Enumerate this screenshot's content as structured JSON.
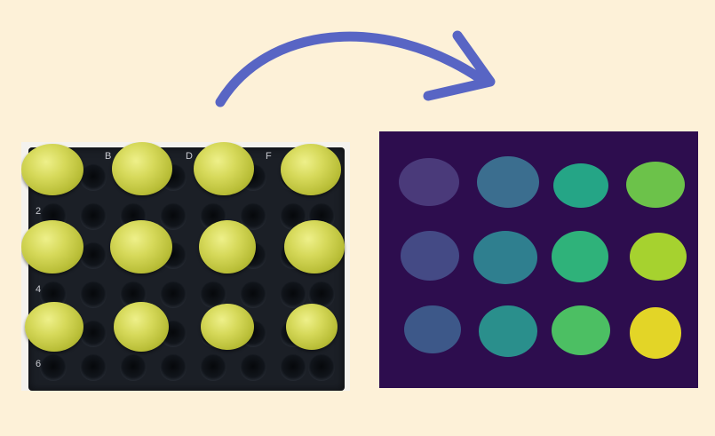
{
  "colors": {
    "background": "#fdf1d8",
    "arrow": "#5865c4",
    "tray": "#1b1f26",
    "grape": "#d6d95a",
    "mask_background": "#2d0d4e"
  },
  "tray_labels": {
    "col_b": "B",
    "col_d": "D",
    "col_f": "F",
    "row_2": "2",
    "row_4": "4",
    "row_6": "6"
  },
  "segmentation_colors": [
    "#4a3a7a",
    "#3b6e8f",
    "#25a586",
    "#6cc24a",
    "#444a85",
    "#2f7f8f",
    "#2fb27a",
    "#a6d22f",
    "#3d5889",
    "#2a8f8c",
    "#4cbf63",
    "#e3d527"
  ]
}
